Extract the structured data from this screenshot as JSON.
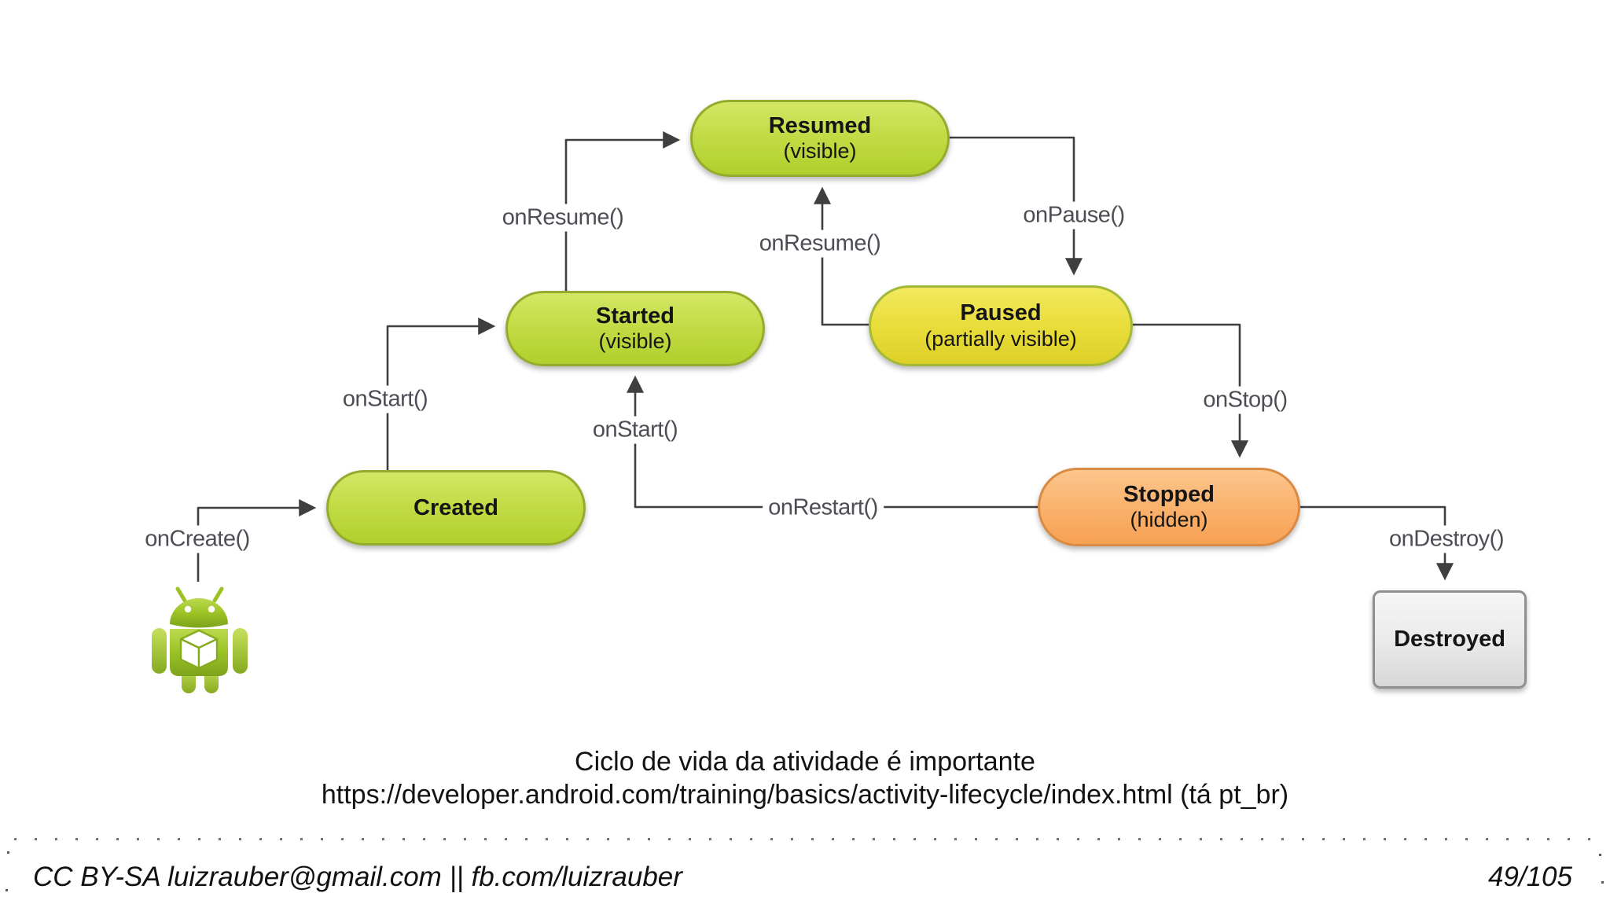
{
  "slide": {
    "caption_line1": "Ciclo de vida da atividade é importante",
    "caption_line2": "https://developer.android.com/training/basics/activity-lifecycle/index.html (tá pt_br)",
    "footer_left": "CC BY-SA luizrauber@gmail.com || fb.com/luizrauber",
    "page_number": "49/105"
  },
  "diagram": {
    "type": "state-flow",
    "nodes": {
      "resumed": {
        "title": "Resumed",
        "subtitle": "(visible)"
      },
      "started": {
        "title": "Started",
        "subtitle": "(visible)"
      },
      "paused": {
        "title": "Paused",
        "subtitle": "(partially visible)"
      },
      "created": {
        "title": "Created"
      },
      "stopped": {
        "title": "Stopped",
        "subtitle": "(hidden)"
      },
      "destroyed": {
        "title": "Destroyed"
      }
    },
    "callbacks": {
      "on_create": "onCreate()",
      "on_start_left": "onStart()",
      "on_start_mid": "onStart()",
      "on_resume_left": "onResume()",
      "on_resume_mid": "onResume()",
      "on_pause": "onPause()",
      "on_stop": "onStop()",
      "on_restart": "onRestart()",
      "on_destroy": "onDestroy()"
    },
    "edges": [
      {
        "from": "android-robot",
        "to": "created",
        "label": "onCreate()"
      },
      {
        "from": "created",
        "to": "started",
        "label": "onStart()"
      },
      {
        "from": "started",
        "to": "resumed",
        "label": "onResume()"
      },
      {
        "from": "resumed",
        "to": "paused",
        "label": "onPause()"
      },
      {
        "from": "paused",
        "to": "resumed",
        "label": "onResume()"
      },
      {
        "from": "paused",
        "to": "stopped",
        "label": "onStop()"
      },
      {
        "from": "stopped",
        "to": "started",
        "label": "onRestart()"
      },
      {
        "from": "stopped",
        "to": "destroyed",
        "label": "onDestroy()"
      }
    ],
    "icons": {
      "android_robot": "android-robot-icon"
    },
    "colors": {
      "state_green": "#c3dc46",
      "state_yellow": "#e9dd3b",
      "state_orange": "#fab06a",
      "state_gray": "#e9e9e9",
      "line": "#3f3f3f",
      "callback_text": "#4d4d55",
      "android_green": "#9bc325"
    }
  }
}
